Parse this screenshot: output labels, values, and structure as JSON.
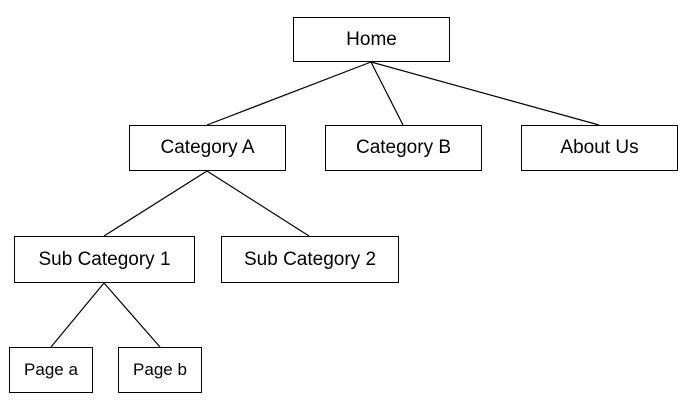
{
  "diagram": {
    "type": "site-map-tree",
    "nodes": {
      "home": "Home",
      "category_a": "Category A",
      "category_b": "Category B",
      "about_us": "About Us",
      "sub_category_1": "Sub Category 1",
      "sub_category_2": "Sub Category 2",
      "page_a": "Page a",
      "page_b": "Page b"
    },
    "edges": [
      [
        "home",
        "category_a"
      ],
      [
        "home",
        "category_b"
      ],
      [
        "home",
        "about_us"
      ],
      [
        "category_a",
        "sub_category_1"
      ],
      [
        "category_a",
        "sub_category_2"
      ],
      [
        "sub_category_1",
        "page_a"
      ],
      [
        "sub_category_1",
        "page_b"
      ]
    ],
    "colors": {
      "line": "#000000",
      "box_border": "#000000",
      "box_fill": "#ffffff",
      "text": "#000000"
    }
  }
}
